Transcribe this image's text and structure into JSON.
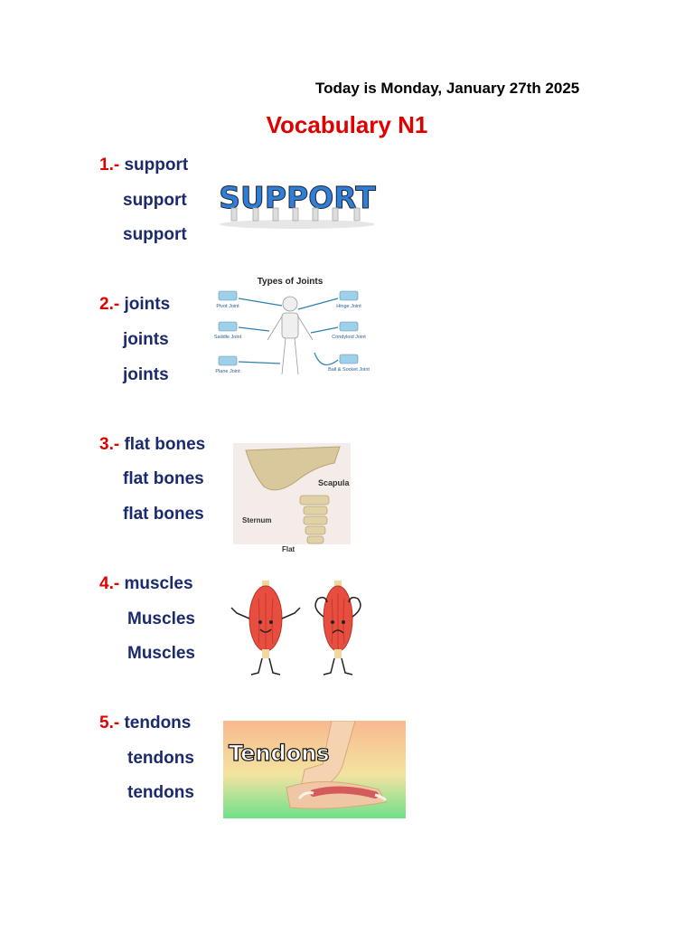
{
  "header": {
    "date": "Today is Monday, January 27th 2025",
    "title": "Vocabulary N1"
  },
  "entries": [
    {
      "number": "1.-",
      "lines": [
        "support",
        "support",
        "support"
      ],
      "image": "support-letters-image"
    },
    {
      "number": "2.-",
      "lines": [
        "joints",
        "joints",
        "joints"
      ],
      "image": "types-of-joints-diagram"
    },
    {
      "number": "3.-",
      "lines": [
        "flat bones",
        "flat bones",
        "flat bones"
      ],
      "image": "flat-bones-image"
    },
    {
      "number": "4.-",
      "lines": [
        "muscles",
        "Muscles",
        "Muscles"
      ],
      "image": "muscles-cartoon-image"
    },
    {
      "number": "5.-",
      "lines": [
        "tendons",
        "tendons",
        "tendons"
      ],
      "image": "tendons-arm-image"
    }
  ],
  "images": {
    "support_text": "SUPPORT",
    "joints_title": "Types of Joints",
    "joints_labels": [
      "Pivot Joint",
      "Hinge Joint",
      "Saddle Joint",
      "Condyloid Joint",
      "Plane Joint",
      "Ball & Socket Joint"
    ],
    "flat_labels": [
      "Scapula",
      "Sternum",
      "Flat"
    ],
    "tendons_title": "Tendons"
  },
  "colors": {
    "title": "#e00000",
    "number": "#e00000",
    "word": "#1a2a6c"
  }
}
